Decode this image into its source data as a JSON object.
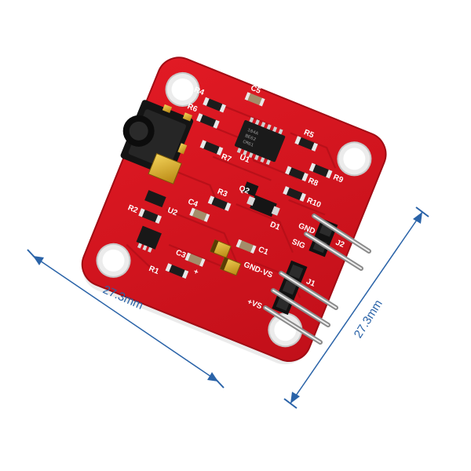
{
  "dimensions": {
    "width_label": "27.3mm",
    "height_label": "27.3mm",
    "line_color": "#2a63a8"
  },
  "board": {
    "color": "#d8141f",
    "silkscreen": {
      "c5": "C5",
      "r4": "R4",
      "r6": "R6",
      "r5": "R5",
      "r7": "R7",
      "r9": "R9",
      "u1": "U1",
      "r8": "R8",
      "r10": "R10",
      "j2": "J2",
      "sig": "SIG",
      "gnd": "GND",
      "r3": "R3",
      "c4": "C4",
      "c1": "C1",
      "d1": "D1",
      "u2": "U2",
      "r2": "R2",
      "c3": "C3",
      "j1": "J1",
      "gnd_vs": "GND-VS",
      "plus_vs": "+VS",
      "plus": "+",
      "r1": "R1",
      "q2": "Q2"
    },
    "ic_marking_line1": "104A",
    "ic_marking_line2": "BE62",
    "ic_marking_line3": "CM61"
  }
}
